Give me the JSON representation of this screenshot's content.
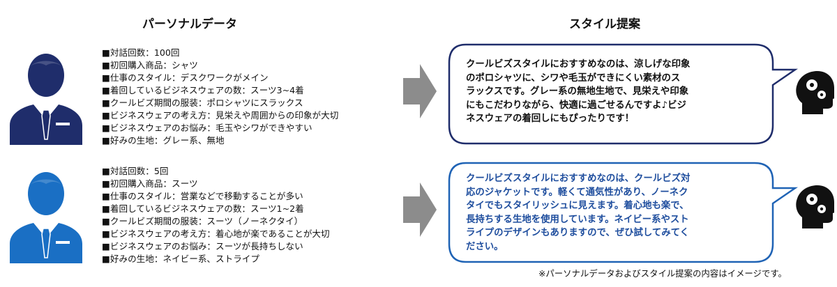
{
  "headings": {
    "personal_data": "パーソナルデータ",
    "style_proposal": "スタイル提案"
  },
  "profiles": [
    {
      "lines": [
        "■対話回数：100回",
        "■初回購入商品：シャツ",
        "■仕事のスタイル：デスクワークがメイン",
        "■着回しているビジネスウェアの数：スーツ3~4着",
        "■クールビズ期間の服装：ポロシャツにスラックス",
        "■ビジネスウェアの考え方：見栄えや周囲からの印象が大切",
        "■ビジネスウェアのお悩み：毛玉やシワができやすい",
        "■好みの生地：グレー系、無地"
      ],
      "proposal_lines": [
        "クールビズスタイルにおすすめなのは、涼しげな印象",
        "のポロシャツに、シワや毛玉ができにくい素材のス",
        "ラックスです。グレー系の無地生地で、見栄えや印象",
        "にもこだわりながら、快適に過ごせるんですよ♪ビジ",
        "ネスウェアの着回しにもぴったりです！"
      ],
      "colors": {
        "person": "#1f2d6b",
        "bubble_border": "#1f2d6b",
        "text": "#111111"
      }
    },
    {
      "lines": [
        "■対話回数：5回",
        "■初回購入商品：スーツ",
        "■仕事のスタイル：営業などで移動することが多い",
        "■着回しているビジネスウェアの数：スーツ1~2着",
        "■クールビズ期間の服装：スーツ（ノーネクタイ）",
        "■ビジネスウェアの考え方：着心地が楽であることが大切",
        "■ビジネスウェアのお悩み：スーツが長持ちしない",
        "■好みの生地：ネイビー系、ストライプ"
      ],
      "proposal_lines": [
        "クールビズスタイルにおすすめなのは、クールビズ対",
        "応のジャケットです。軽くて通気性があり、ノーネク",
        "タイでもスタイリッシュに見えます。着心地も楽で、",
        "長持ちする生地を使用しています。ネイビー系やスト",
        "ライプのデザインもありますので、ぜひ試してみてく",
        "ださい。"
      ],
      "colors": {
        "person": "#1a6fc4",
        "bubble_border": "#1f63b5",
        "text": "#1f4e9e"
      }
    }
  ],
  "icons": {
    "person": "businessman-icon",
    "arrow": "arrow-right-icon",
    "ai_head": "ai-head-gears-icon"
  },
  "footnote": "※パーソナルデータおよびスタイル提案の内容はイメージです。"
}
